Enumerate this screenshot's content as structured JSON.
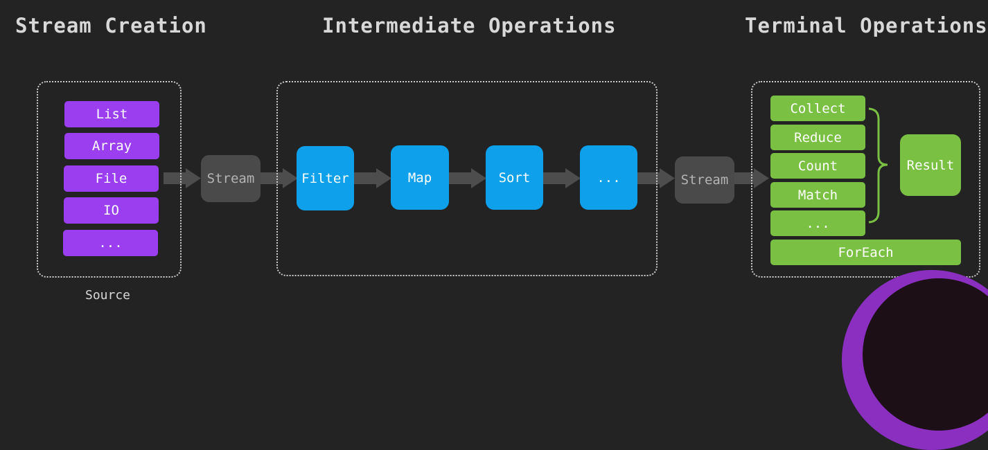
{
  "headings": {
    "creation": "Stream Creation",
    "intermediate": "Intermediate Operations",
    "terminal": "Terminal Operations"
  },
  "source": {
    "items": [
      "List",
      "Array",
      "File",
      "IO",
      "..."
    ],
    "caption": "Source"
  },
  "streams": [
    "Stream",
    "Stream"
  ],
  "intermediate_ops": [
    "Filter",
    "Map",
    "Sort",
    "..."
  ],
  "terminal": {
    "ops": [
      "Collect",
      "Reduce",
      "Count",
      "Match",
      "..."
    ],
    "result": "Result",
    "foreach": "ForEach"
  },
  "colors": {
    "background": "#232323",
    "source": "#9a3ef0",
    "intermediate": "#0ea0ea",
    "stream": "#4a4a4a",
    "terminal": "#7ac143",
    "arrow": "#4d4d4d"
  }
}
